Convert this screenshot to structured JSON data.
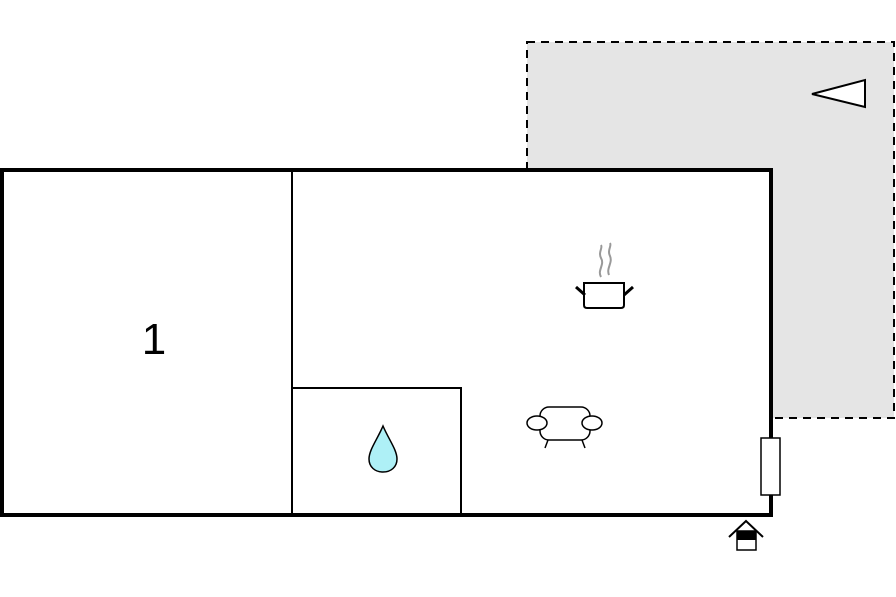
{
  "floorplan": {
    "rooms": [
      {
        "id": "bedroom",
        "label": "1"
      },
      {
        "id": "living-kitchen",
        "label": ""
      },
      {
        "id": "bathroom",
        "label": ""
      }
    ],
    "terrace": {
      "type": "outdoor-area"
    },
    "icons": [
      "cooking-pot-icon",
      "sofa-icon",
      "water-drop-icon",
      "entrance-icon",
      "direction-triangle-icon",
      "window-icon"
    ],
    "colors": {
      "wall": "#000000",
      "terrace_fill": "#e5e5e5",
      "water": "#aef0f6",
      "steam": "#999999"
    }
  }
}
